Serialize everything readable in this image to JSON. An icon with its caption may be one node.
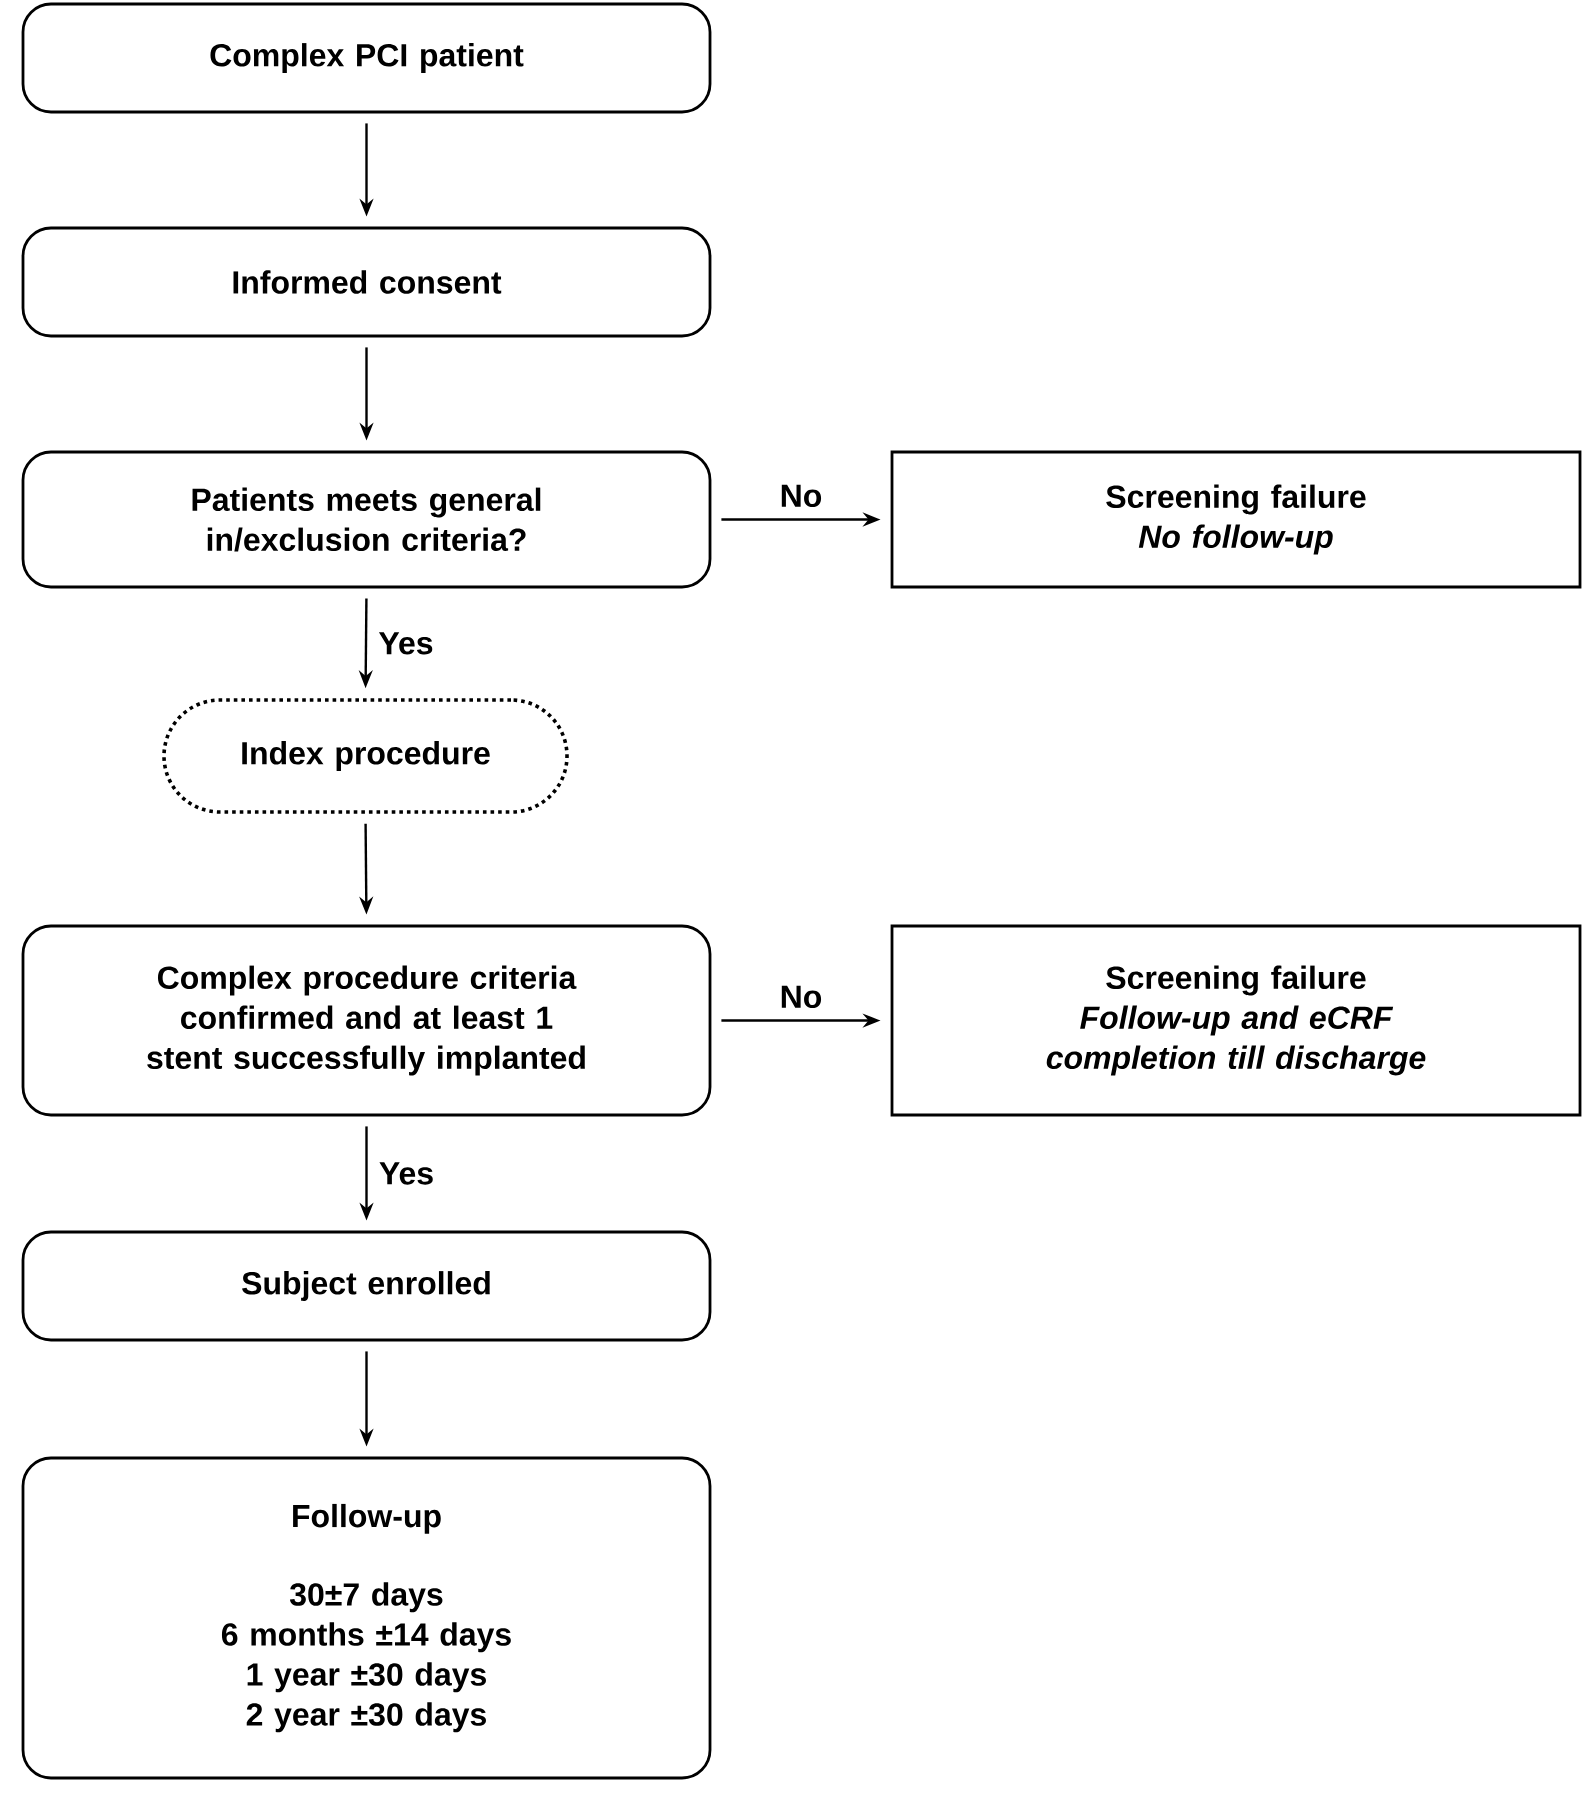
{
  "diagram": {
    "nodes": [
      {
        "text": [
          "Complex PCI patient"
        ]
      },
      {
        "text": [
          "Informed consent"
        ]
      },
      {
        "text": [
          "Patients meets general in/exclusion criteria?"
        ]
      },
      {
        "text": [
          "Screening failure",
          "No follow-up"
        ]
      },
      {
        "text": [
          "Index procedure"
        ]
      },
      {
        "text": [
          "Complex procedure criteria confirmed and at least 1 stent successfully implanted"
        ]
      },
      {
        "text": [
          "Screening failure",
          "Follow-up and eCRF completion till discharge"
        ]
      },
      {
        "text": [
          "Subject enrolled"
        ]
      },
      {
        "text": [
          "Follow-up",
          "30±7 days",
          "6 months ±14 days",
          "1 year ±30 days",
          "2 year ±30 days"
        ]
      }
    ],
    "edges": [
      {
        "from": 0,
        "to": 1,
        "arrow": "to"
      },
      {
        "from": 1,
        "to": 2,
        "arrow": "to"
      },
      {
        "from": 2,
        "to": 3,
        "arrow": "to",
        "label": "No"
      },
      {
        "from": 2,
        "to": 4,
        "arrow": "to",
        "label": "Yes"
      },
      {
        "from": 4,
        "to": 5,
        "arrow": "to"
      },
      {
        "from": 5,
        "to": 6,
        "arrow": "to",
        "label": "No"
      },
      {
        "from": 5,
        "to": 7,
        "arrow": "to",
        "label": "Yes"
      },
      {
        "from": 7,
        "to": 8,
        "arrow": "to"
      }
    ]
  }
}
